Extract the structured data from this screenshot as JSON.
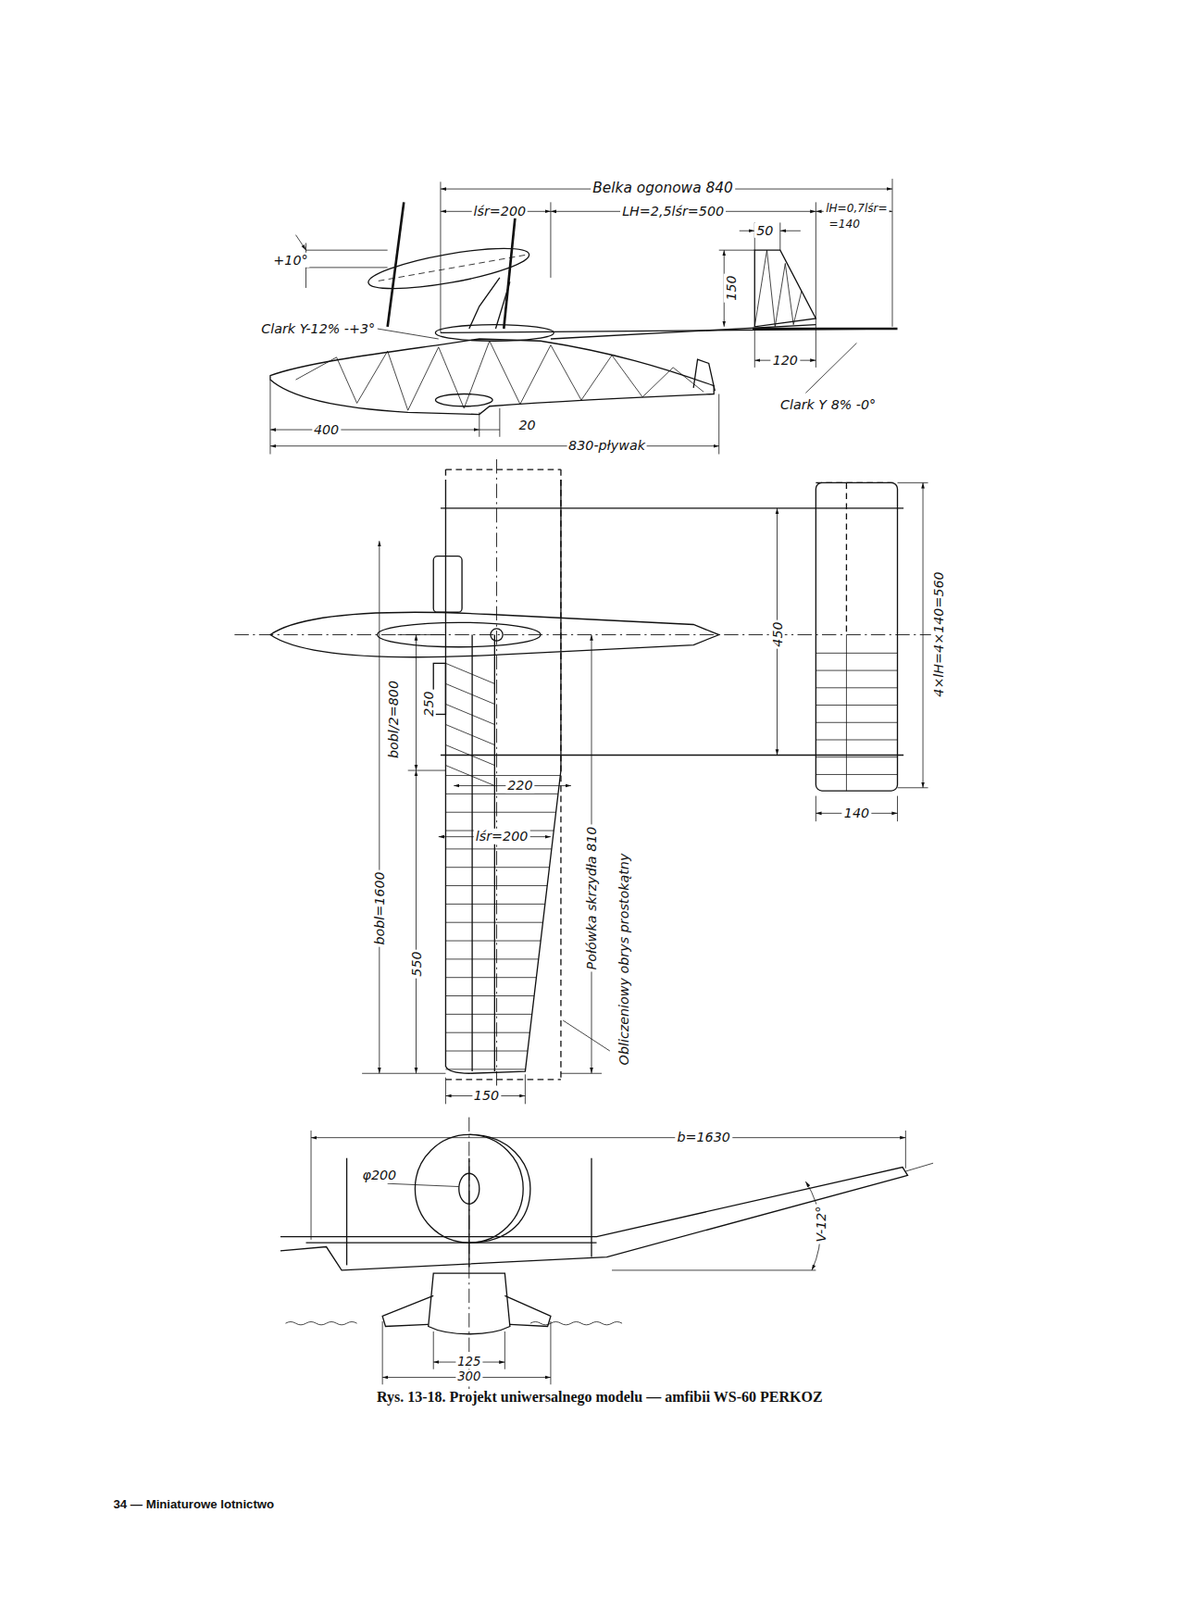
{
  "diagram": {
    "caption": "Rys. 13-18. Projekt uniwersalnego modelu — amfibii WS-60 PERKOZ",
    "labels": [
      "Belka ogonowa 840",
      "lśr=200",
      "LH=2,5lśr=500",
      "lH=0,7lśr=",
      "=140",
      "50",
      "150",
      "+10°",
      "Clark Y-12% -+3°",
      "120",
      "Clark Y 8% -0°",
      "400",
      "20",
      "830-pływak",
      "450",
      "4×lH=4×140=560",
      "bobl/2=800",
      "250",
      "220",
      "lśr=200",
      "bobl=1600",
      "140",
      "550",
      "Połówka skrzydła 810",
      "Obliczeniowy obrys prostokątny",
      "150",
      "b=1630",
      "φ200",
      "V-12°",
      "125",
      "300",
      "34 — Miniaturowe lotnictwo"
    ]
  }
}
